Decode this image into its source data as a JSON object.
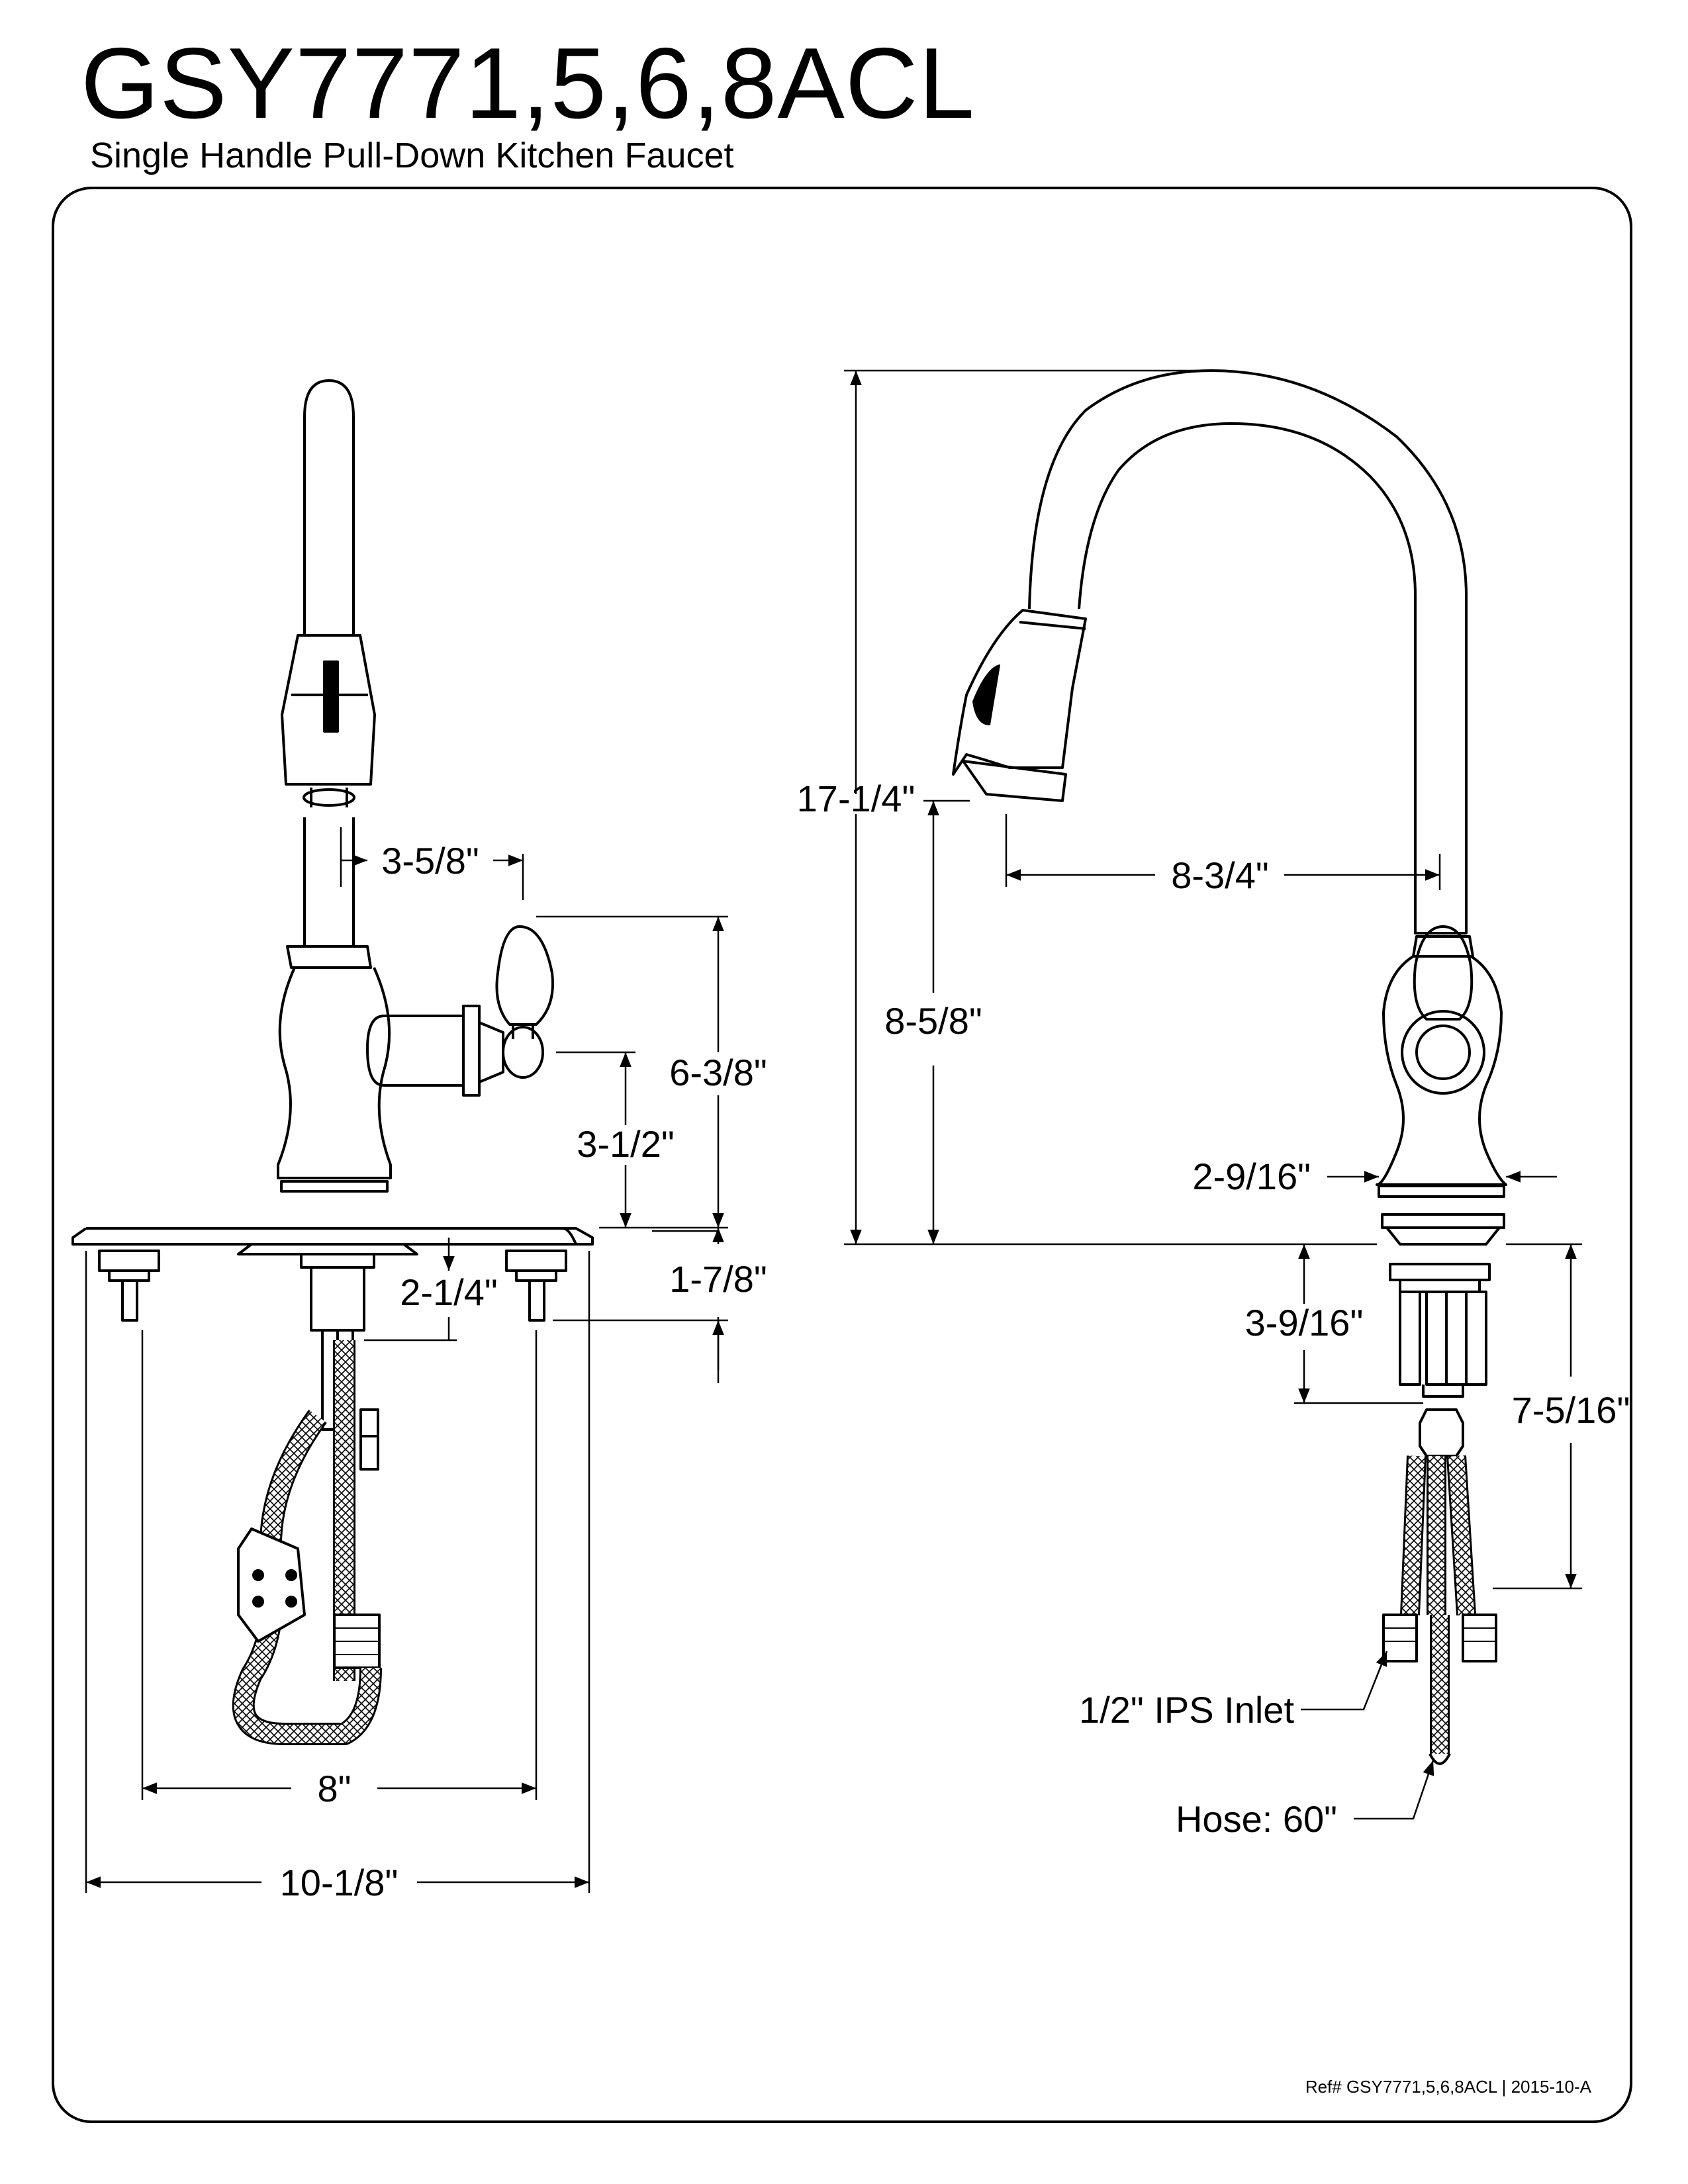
{
  "header": {
    "title": "GSY7771,5,6,8ACL",
    "subtitle": "Single Handle Pull-Down Kitchen Faucet"
  },
  "dimensions": {
    "spout_to_handle": "3-5/8\"",
    "handle_height": "6-3/8\"",
    "handle_center_height": "3-1/2\"",
    "shank_below_deck": "2-1/4\"",
    "deck_stud_length": "1-7/8\"",
    "hole_spread": "8\"",
    "deck_plate_width": "10-1/8\"",
    "overall_height": "17-1/4\"",
    "spout_clearance": "8-5/8\"",
    "spout_reach": "8-3/4\"",
    "base_diameter": "2-9/16\"",
    "mount_shank": "3-9/16\"",
    "supply_length": "7-5/16\""
  },
  "callouts": {
    "inlet": "1/2\" IPS Inlet",
    "hose": "Hose: 60\""
  },
  "footer": {
    "ref": "Ref# GSY7771,5,6,8ACL | 2015-10-A"
  }
}
